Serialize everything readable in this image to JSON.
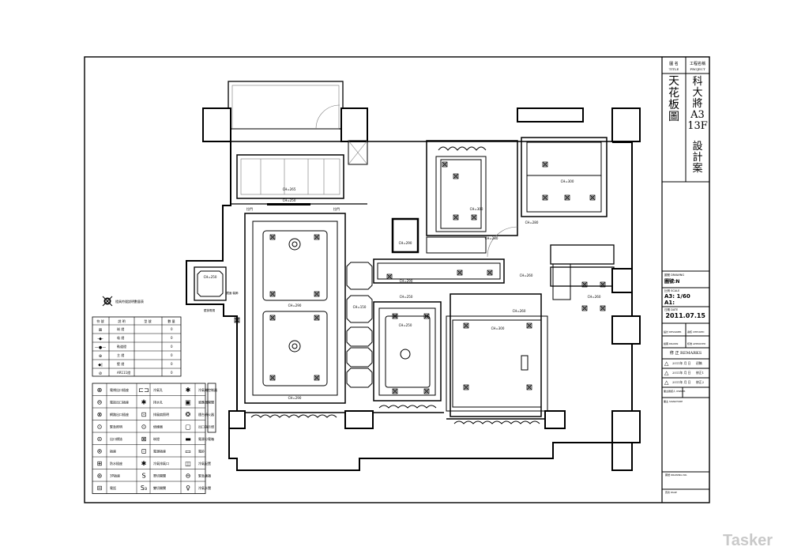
{
  "title_block": {
    "title_header": "圖 名",
    "title_header_en": "TITLE",
    "project_header": "工程名稱",
    "project_header_en": "PROJECT",
    "drawing_title": [
      "天",
      "花",
      "板",
      "圖"
    ],
    "project_name": [
      "科",
      "大",
      "將",
      "A3",
      "13F",
      "",
      "設",
      "計",
      "案"
    ],
    "drawing_no_label": "圖號 DRAWING",
    "drawing_no": "圖號:N",
    "scale_label": "比例 SCALE",
    "scale_a3": "A3: 1/60",
    "scale_a1": "A1:",
    "date_label": "日期 DATE",
    "date": "2011.07.15",
    "designer_label": "設計 DESIGNER",
    "checker_label": "審核 CHECKED",
    "drafter_label": "繪圖 DRAWN",
    "approver_label": "核准 APPROVED",
    "remarks_header": "修 正 REMARKS",
    "revisions": [
      {
        "date": "2011年 月 日",
        "note": "初稿"
      },
      {
        "date": "2011年 月 日",
        "note": "修正1"
      },
      {
        "date": "2011年 月 日",
        "note": "修正2"
      }
    ],
    "owner_confirm": "業主確認人 OWNER",
    "owner_sign": "業主 SIGNATURE",
    "drawing_no_footer": "圖號 DRAWING NO.",
    "page_footer": "頁次 PAGE"
  },
  "lighting_legend": {
    "caption": "燈具符號說明數量表",
    "headers": [
      "符 號",
      "說 明",
      "型 號",
      "數 量"
    ],
    "rows": [
      {
        "icon": "recessed-light",
        "name": "崁 燈",
        "model": "",
        "qty": "0"
      },
      {
        "icon": "ceiling-light",
        "name": "吸 燈",
        "model": "",
        "qty": "0"
      },
      {
        "icon": "track-light",
        "name": "軌道燈",
        "model": "",
        "qty": "0"
      },
      {
        "icon": "main-light",
        "name": "主 燈",
        "model": "",
        "qty": "0"
      },
      {
        "icon": "wall-light",
        "name": "壁 燈",
        "model": "",
        "qty": "0"
      },
      {
        "icon": "ar111-light",
        "name": "AR111燈",
        "model": "",
        "qty": "0"
      }
    ]
  },
  "symbol_legend": {
    "rows": [
      [
        "電視出口插座",
        "冷氣孔",
        "冷氣機控制器"
      ],
      [
        "電話出口插座",
        "排水孔",
        "感應器開關"
      ],
      [
        "網路出口插座",
        "排風扇照明",
        "煙台偵火器"
      ],
      [
        "緊急照明",
        "偵煙器",
        "出口指示燈"
      ],
      [
        "出口標誌",
        "崁燈",
        "電源分電箱"
      ],
      [
        "插座",
        "電源插座",
        "電鈴"
      ],
      [
        "防水插座",
        "冷氣排氣口",
        "冷氣配置"
      ],
      [
        "3P插座",
        "單切開關",
        "緊急廣播"
      ],
      [
        "電話",
        "雙切開關",
        "冷氣水閥"
      ]
    ],
    "mid_symbols": [
      "⊏⊐",
      "✱",
      "⊡",
      "⊙",
      "⊠",
      "⊡",
      "✱",
      "S",
      "S₃"
    ]
  },
  "plan_labels": {
    "ch_top_left": "CH=265",
    "ch_divider": "CH=250",
    "slide_door_1": "拉門",
    "slide_door_2": "拉門",
    "ch_living_upper": "CH=290",
    "ch_living_lower": "CH=290",
    "ch_small_left": "CH=250",
    "ch_wc": "CH=290",
    "ch_corridor": "CH=290",
    "ch_corridor_2": "CH=250",
    "ch_col": "CH=150",
    "ch_room1": "CH=300",
    "ch_room2": "CH=300",
    "ch_door": "CH=280",
    "ch_hall": "CH=260",
    "ch_hall_2": "CH=280",
    "ch_right": "CH=260",
    "ch_right_low": "CH=260",
    "ch_center": "CH=250",
    "ch_big_room": "CH=300",
    "left_note": "鏡面 裝飾",
    "left_note_2": "壁掛電視"
  },
  "watermark": "Tasker"
}
